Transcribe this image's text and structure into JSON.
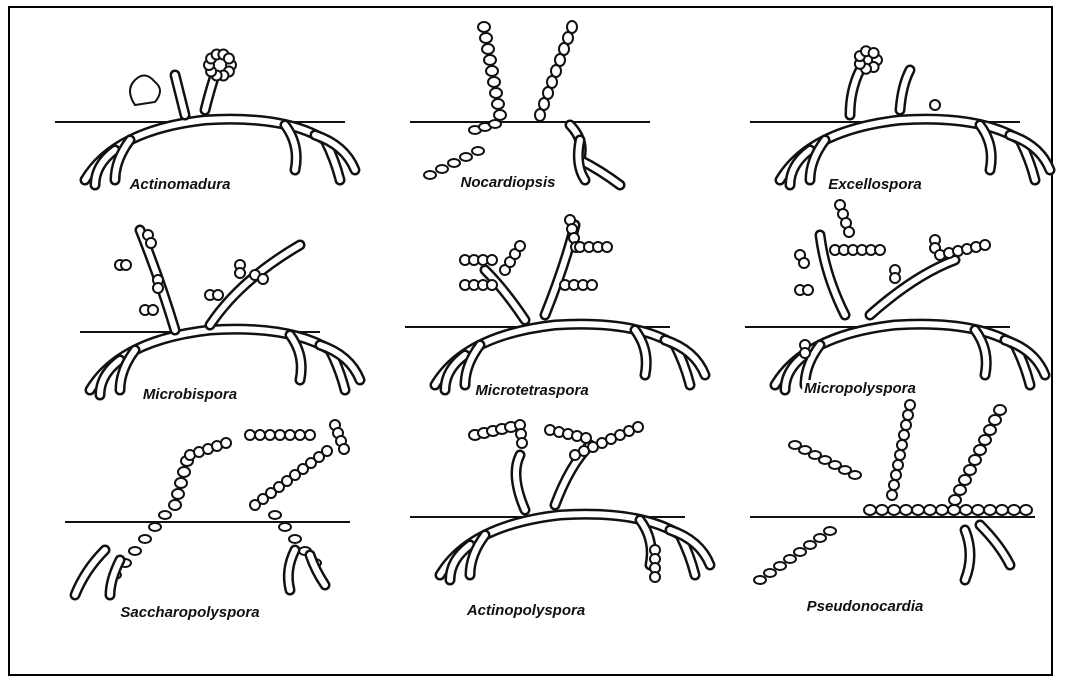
{
  "panels": [
    {
      "id": "actinomadura",
      "label": "Actinomadura"
    },
    {
      "id": "nocardiopsis",
      "label": "Nocardiopsis"
    },
    {
      "id": "excellospora",
      "label": "Excellospora"
    },
    {
      "id": "microbispora",
      "label": "Microbispora"
    },
    {
      "id": "microtetraspora",
      "label": "Microtetraspora"
    },
    {
      "id": "micropolyspora",
      "label": "Micropolyspora"
    },
    {
      "id": "saccharopolyspora",
      "label": "Saccharopolyspora"
    },
    {
      "id": "actinopolyspora",
      "label": "Actinopolyspora"
    },
    {
      "id": "pseudonocardia",
      "label": "Pseudonocardia"
    }
  ]
}
